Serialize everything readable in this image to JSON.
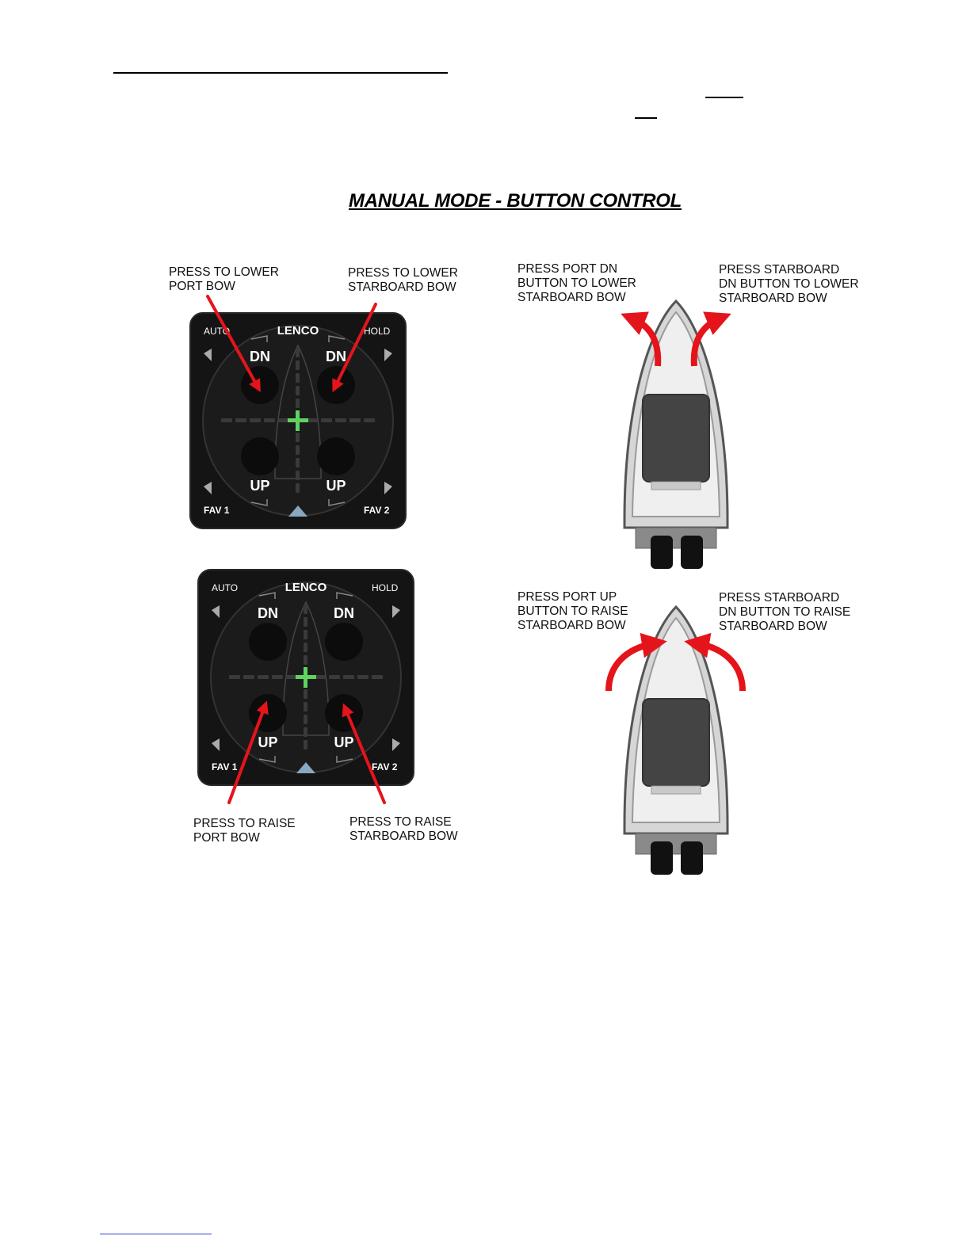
{
  "figure": {
    "title": "MANUAL MODE - BUTTON CONTROL"
  },
  "panel": {
    "brand": "LENCO",
    "auto": "AUTO",
    "hold": "HOLD",
    "fav1": "FAV 1",
    "fav2": "FAV 2",
    "dn": "DN",
    "up": "UP"
  },
  "callouts": {
    "lower_port": "PRESS TO LOWER\nPORT BOW",
    "lower_starboard": "PRESS TO LOWER\nSTARBOARD BOW",
    "raise_port": "PRESS TO RAISE\nPORT BOW",
    "raise_starboard": "PRESS TO RAISE\nSTARBOARD BOW",
    "boat_top_left": "PRESS PORT DN\nBUTTON TO LOWER\nSTARBOARD BOW",
    "boat_top_right": "PRESS STARBOARD\nDN BUTTON TO LOWER\nSTARBOARD BOW",
    "boat_bottom_left": "PRESS PORT UP\nBUTTON TO RAISE\nSTARBOARD BOW",
    "boat_bottom_right": "PRESS STARBOARD\nDN BUTTON TO RAISE\nSTARBOARD BOW"
  },
  "colors": {
    "arrow": "#e5141b",
    "panel_body": "#141414",
    "led_green": "#5fd35f",
    "hull_fill": "#e6e6e6",
    "hull_edge": "#555555"
  }
}
